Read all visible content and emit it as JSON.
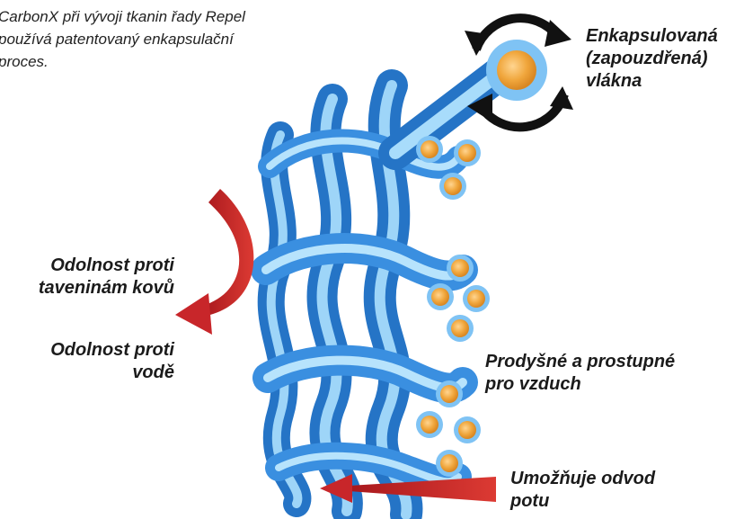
{
  "intro_text": "CarbonX při vývoji tkanin řady Repel používá patentovaný enkapsulační proces.",
  "labels": {
    "encapsulated": [
      "Enkapsulovaná",
      "(zapouzdřená)",
      "vlákna"
    ],
    "metal_resistance": [
      "Odolnost proti",
      "taveninám kovů"
    ],
    "water_resistance": [
      "Odolnost proti",
      "vodě"
    ],
    "breathable": [
      "Prodyšné a prostupné",
      "pro vzduch"
    ],
    "sweat": [
      "Umožňuje odvod",
      "potu"
    ]
  },
  "colors": {
    "fiber_blue": "#3f9be0",
    "fiber_light": "#a8dcfb",
    "core_orange": "#f0a63c",
    "arrow_red": "#c8262a",
    "cycle_black": "#111111"
  }
}
